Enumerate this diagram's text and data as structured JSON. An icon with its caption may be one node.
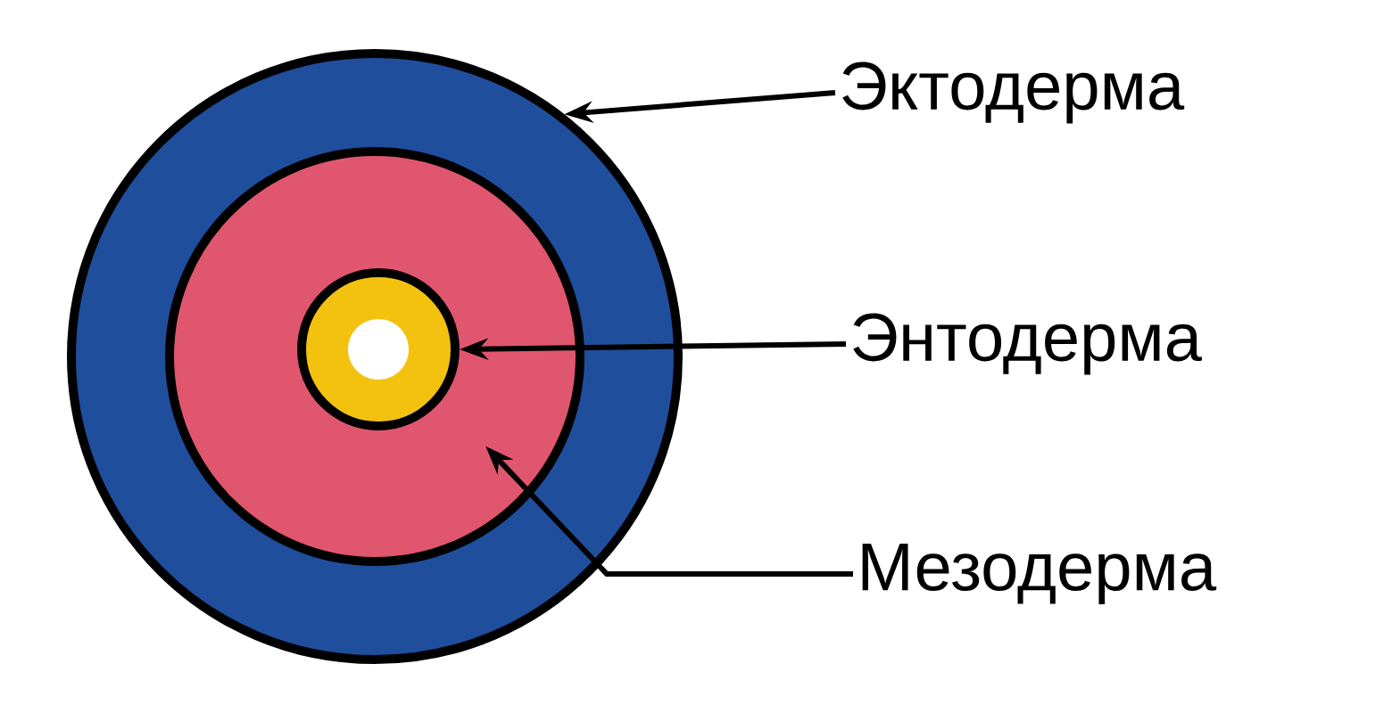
{
  "diagram": {
    "nodes": [
      {
        "text": [],
        "shape": "circle"
      },
      {
        "text": [],
        "shape": "circle",
        "in": 0
      },
      {
        "text": [],
        "shape": "circle",
        "in": 1
      },
      {
        "text": [
          "Эктодерма"
        ]
      },
      {
        "text": [
          "Энтодерма"
        ]
      },
      {
        "text": [
          "Мезодерма"
        ]
      }
    ],
    "edges": [
      {
        "from": 3,
        "to": 0,
        "arrow": "to"
      },
      {
        "from": 4,
        "to": 2,
        "arrow": "to"
      },
      {
        "from": 5,
        "to": 1,
        "arrow": "to"
      }
    ]
  }
}
